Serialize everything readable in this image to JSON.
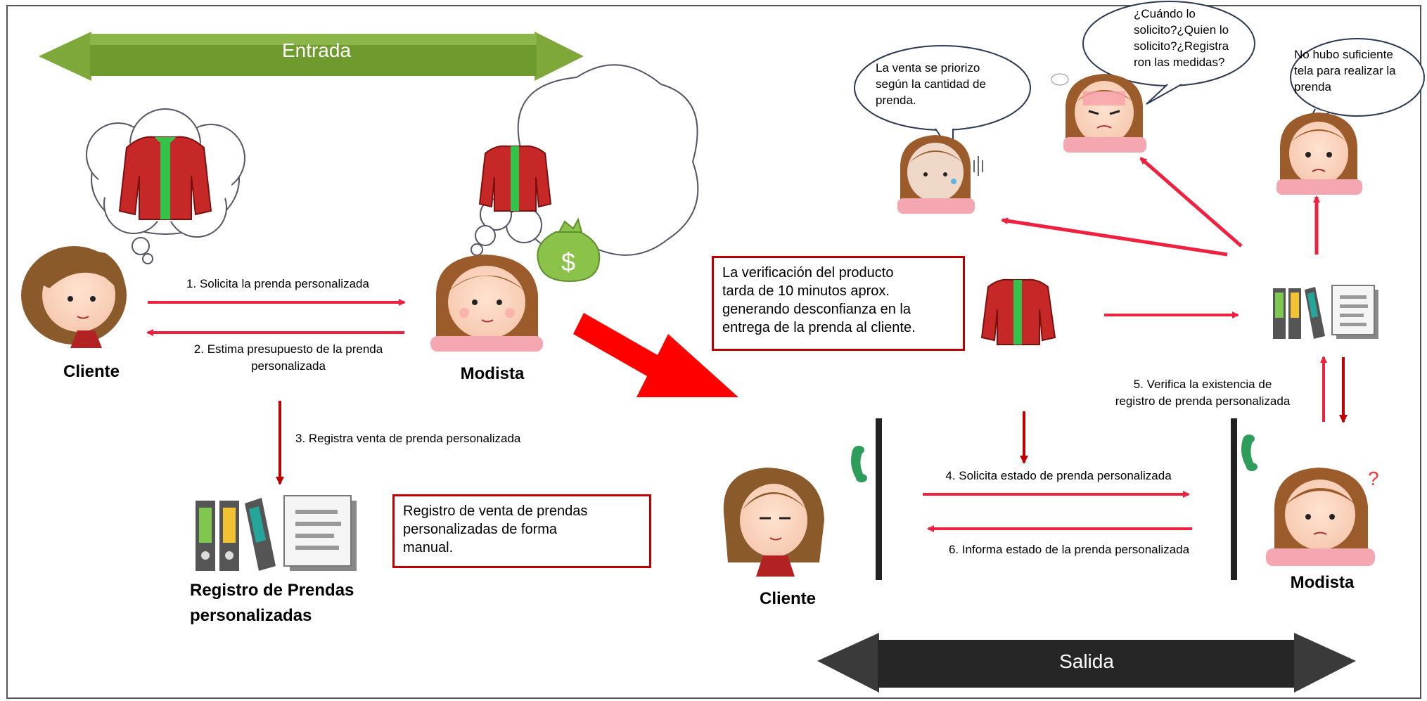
{
  "banners": {
    "entrada": "Entrada",
    "salida": "Salida"
  },
  "steps": {
    "step1": "1. Solicita la prenda personalizada",
    "step2": "2. Estima presupuesto de la prenda\npersonalizada",
    "step3": "3. Registra venta de prenda personalizada",
    "step4": "4. Solicita estado de prenda personalizada",
    "step5": "5. Verifica la existencia de\nregistro de prenda personalizada",
    "step6": "6. Informa estado de la prenda personalizada"
  },
  "actors": {
    "cliente_left": "Cliente",
    "modista_left": "Modista",
    "registro": "Registro de Prendas\npersonalizadas",
    "cliente_right": "Cliente",
    "modista_right": "Modista"
  },
  "notes": {
    "manual_registry": "Registro de venta de prendas\npersonalizadas de forma\nmanual.",
    "verification": "La verificación del producto\ntarda de 10 minutos aprox.\ngenerando desconfianza en la\nentrega de la prenda al cliente."
  },
  "bubbles": {
    "priority": "La venta se priorizo\nsegún la cantidad de\nprenda.",
    "questions": "¿Cuándo lo\nsolicito?¿Quien lo\nsolicito?¿Registra\nron las medidas?",
    "fabric": "No hubo suficiente\ntela para realizar la\nprenda"
  },
  "colors": {
    "arrow_red": "#f0213f",
    "arrow_dark_red": "#c00000",
    "entrada_green": "#6f9a2e",
    "salida_black": "#262626",
    "jacket_red": "#c62828",
    "jacket_zip": "#35c24a"
  }
}
